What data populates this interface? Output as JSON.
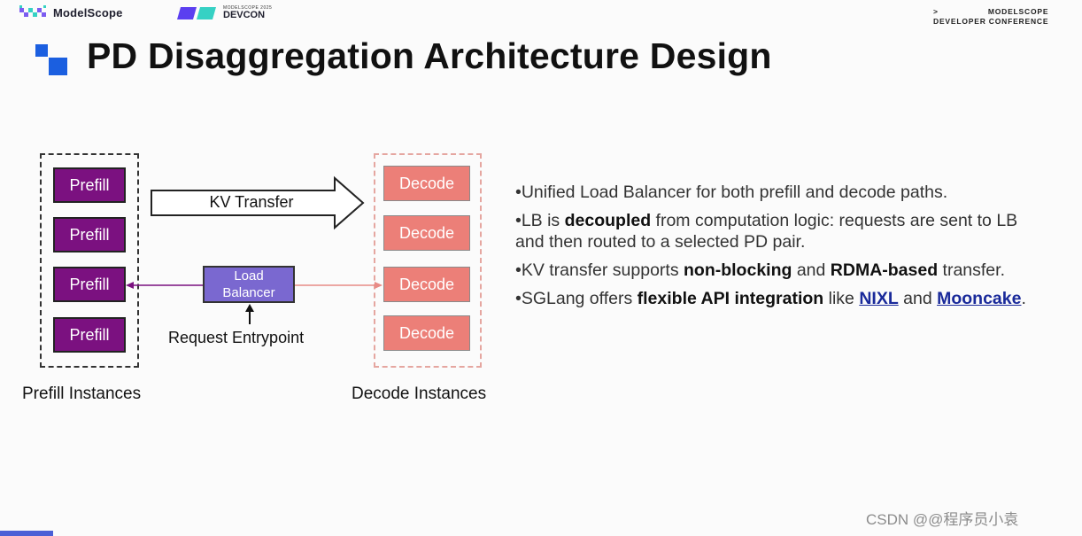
{
  "header": {
    "modelscope_logo": "ModelScope",
    "devcon_small": "MODELSCOPE 2025",
    "devcon_big": "DEVCON",
    "conference_arrow": ">",
    "conference_line1": "MODELSCOPE",
    "conference_line2": "DEVELOPER CONFERENCE"
  },
  "title": "PD Disaggregation Architecture Design",
  "diagram": {
    "prefill_nodes": [
      "Prefill",
      "Prefill",
      "Prefill",
      "Prefill"
    ],
    "decode_nodes": [
      "Decode",
      "Decode",
      "Decode",
      "Decode"
    ],
    "kv_transfer": "KV Transfer",
    "load_balancer": [
      "Load",
      "Balancer"
    ],
    "request_entrypoint": "Request Entrypoint",
    "prefill_group_label": "Prefill Instances",
    "decode_group_label": "Decode Instances"
  },
  "bullets": {
    "b1": {
      "text": "•Unified Load Balancer for both prefill and decode paths."
    },
    "b2": {
      "pre": "•LB is ",
      "bold": "decoupled",
      "post": " from computation logic: requests are sent to LB and then routed to a selected PD pair."
    },
    "b3": {
      "pre": "•KV transfer supports ",
      "bold1": "non-blocking",
      "mid": " and ",
      "bold2": "RDMA-based",
      "post": " transfer."
    },
    "b4": {
      "pre": "•SGLang offers ",
      "bold": "flexible API integration",
      "mid": " like ",
      "link1": "NIXL",
      "mid2": " and ",
      "link2": "Mooncake",
      "post": "."
    }
  },
  "watermark": "CSDN @@程序员小袁",
  "colors": {
    "prefill": "#7b1180",
    "decode": "#ec7f78",
    "load_balancer": "#7a68d0",
    "link": "#1a2a9a",
    "accent": "#1b5fe0"
  }
}
